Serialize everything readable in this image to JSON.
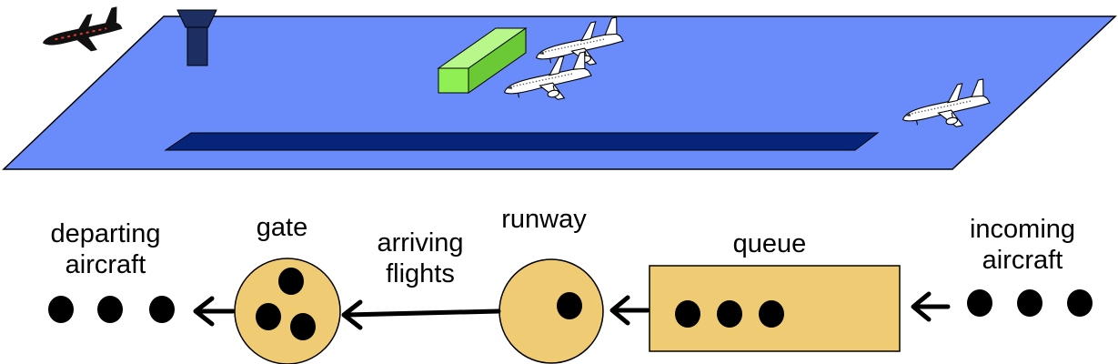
{
  "labels": {
    "departing_line1": "departing",
    "departing_line2": "aircraft",
    "gate": "gate",
    "arriving_line1": "arriving",
    "arriving_line2": "flights",
    "runway": "runway",
    "queue": "queue",
    "incoming_line1": "incoming",
    "incoming_line2": "aircraft"
  },
  "colors": {
    "airfield": "#6a8cfa",
    "runway_strip": "#06257a",
    "terminal_building": "#8fef53",
    "control_tower": "#1d2e63",
    "node_fill": "#efcc73",
    "dot": "#000000",
    "arrow": "#000000"
  },
  "counts": {
    "departing_aircraft_dots": 3,
    "gate_occupied": 3,
    "runway_occupied": 1,
    "queue_waiting": 3,
    "incoming_aircraft_dots": 3
  },
  "icons": {
    "flying_plane": "airplane-icon",
    "parked_planes": "airliner-icon",
    "tower": "control-tower-icon",
    "terminal": "terminal-building-icon"
  }
}
